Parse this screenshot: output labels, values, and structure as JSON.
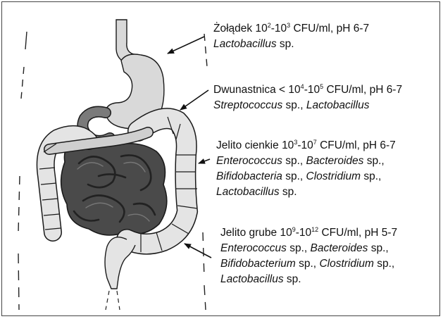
{
  "sections": [
    {
      "id": "stomach",
      "name": "Żołądek",
      "count_low_base": "10",
      "count_low_exp": "2",
      "count_high_base": "10",
      "count_high_exp": "3",
      "prefix": " ",
      "sep": "-",
      "tail": "CFU/ml, pH 6-7",
      "lines": [
        [
          {
            "t": "Lactobacillus",
            "i": true
          },
          {
            "t": " sp.",
            "i": false
          }
        ]
      ]
    },
    {
      "id": "duodenum",
      "name": "Dwunastnica",
      "count_low_base": "10",
      "count_low_exp": "4",
      "count_high_base": "10",
      "count_high_exp": "5",
      "prefix": " < ",
      "sep": "-",
      "tail": "CFU/ml, pH 6-7",
      "lines": [
        [
          {
            "t": "Streptococcus",
            "i": true
          },
          {
            "t": " sp., ",
            "i": false
          },
          {
            "t": "Lactobacillus",
            "i": true
          }
        ]
      ]
    },
    {
      "id": "small-intestine",
      "name": "Jelito cienkie",
      "count_low_base": "10",
      "count_low_exp": "3",
      "count_high_base": "10",
      "count_high_exp": "7",
      "prefix": " ",
      "sep": "-",
      "tail": "CFU/ml, pH 6-7",
      "lines": [
        [
          {
            "t": "Enterococcus",
            "i": true
          },
          {
            "t": " sp., ",
            "i": false
          },
          {
            "t": "Bacteroides",
            "i": true
          },
          {
            "t": " sp.,",
            "i": false
          }
        ],
        [
          {
            "t": "Bifidobacteria",
            "i": true
          },
          {
            "t": " sp., ",
            "i": false
          },
          {
            "t": "Clostridium",
            "i": true
          },
          {
            "t": " sp.,",
            "i": false
          }
        ],
        [
          {
            "t": "Lactobacillus",
            "i": true
          },
          {
            "t": " sp.",
            "i": false
          }
        ]
      ]
    },
    {
      "id": "large-intestine",
      "name": "Jelito grube",
      "count_low_base": "10",
      "count_low_exp": "9",
      "count_high_base": "10",
      "count_high_exp": "12",
      "prefix": " ",
      "sep": "-",
      "tail": "CFU/ml, pH 5-7",
      "lines": [
        [
          {
            "t": "Enterococcus",
            "i": true
          },
          {
            "t": " sp., ",
            "i": false
          },
          {
            "t": "Bacteroides",
            "i": true
          },
          {
            "t": " sp.,",
            "i": false
          }
        ],
        [
          {
            "t": "Bifidobacterium",
            "i": true
          },
          {
            "t": " sp., ",
            "i": false
          },
          {
            "t": "Clostridium",
            "i": true
          },
          {
            "t": " sp.,",
            "i": false
          }
        ],
        [
          {
            "t": "Lactobacillus",
            "i": true
          },
          {
            "t": " sp.",
            "i": false
          }
        ]
      ]
    }
  ],
  "colors": {
    "frame": "#444444",
    "stomach_fill": "#d9d9d9",
    "colon_fill": "#e4e4e4",
    "small_intestine_fill": "#4a4a4a",
    "duodenum_fill": "#7a7a7a",
    "outline": "#1a1a1a"
  }
}
